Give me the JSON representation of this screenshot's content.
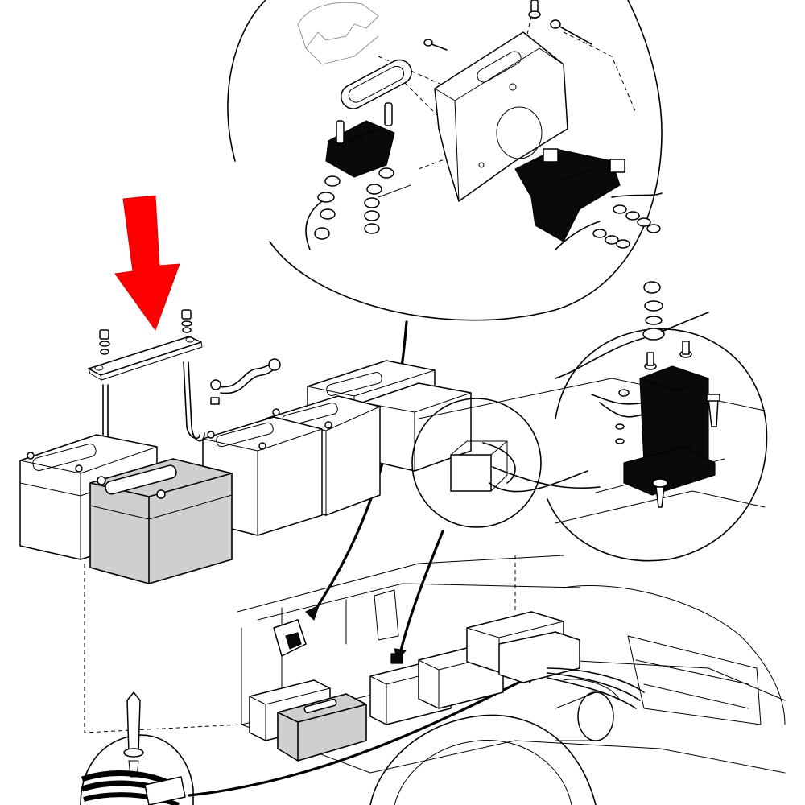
{
  "diagram": {
    "components": {
      "inset_top": "solenoid-bracket-exploded-inset",
      "inset_right": "solenoid-mounting-inset",
      "inset_bottom": "cable-clip-inset",
      "battery_bank": "battery-pack-six-batteries",
      "hold_down": "battery-hold-down-bracket",
      "vehicle": "golf-cart-chassis-cutaway"
    },
    "highlight": {
      "indicator": "red-arrow",
      "target": "battery-hold-down-bracket",
      "color": "#ff0000"
    },
    "colors": {
      "line": "#000000",
      "background": "#ffffff",
      "highlight_fill": "#cfcfcf",
      "solid_parts": "#0a0a0a"
    }
  }
}
